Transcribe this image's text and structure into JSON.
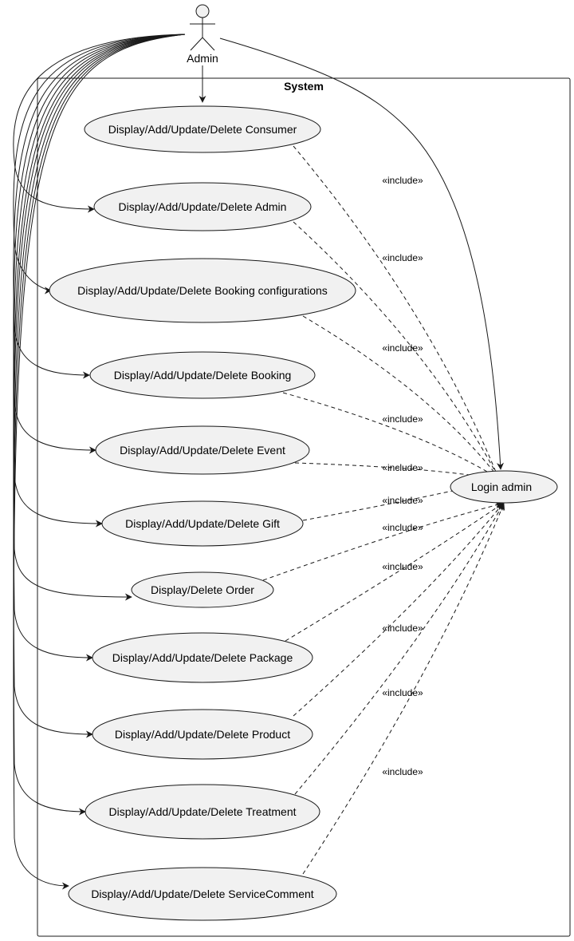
{
  "actor": {
    "name": "Admin"
  },
  "system": {
    "title": "System"
  },
  "use_cases": [
    {
      "id": "consumer",
      "label": "Display/Add/Update/Delete Consumer"
    },
    {
      "id": "admin",
      "label": "Display/Add/Update/Delete Admin"
    },
    {
      "id": "booking-configurations",
      "label": "Display/Add/Update/Delete Booking configurations"
    },
    {
      "id": "booking",
      "label": "Display/Add/Update/Delete Booking"
    },
    {
      "id": "event",
      "label": "Display/Add/Update/Delete Event"
    },
    {
      "id": "gift",
      "label": "Display/Add/Update/Delete Gift"
    },
    {
      "id": "order",
      "label": "Display/Delete Order"
    },
    {
      "id": "package",
      "label": "Display/Add/Update/Delete Package"
    },
    {
      "id": "product",
      "label": "Display/Add/Update/Delete Product"
    },
    {
      "id": "treatment",
      "label": "Display/Add/Update/Delete Treatment"
    },
    {
      "id": "servicecomment",
      "label": "Display/Add/Update/Delete ServiceComment"
    }
  ],
  "login": {
    "label": "Login admin"
  },
  "include_label": "«include»",
  "colors": {
    "ellipse_fill": "#f1f1f1",
    "stroke": "#181818",
    "background": "#ffffff"
  }
}
